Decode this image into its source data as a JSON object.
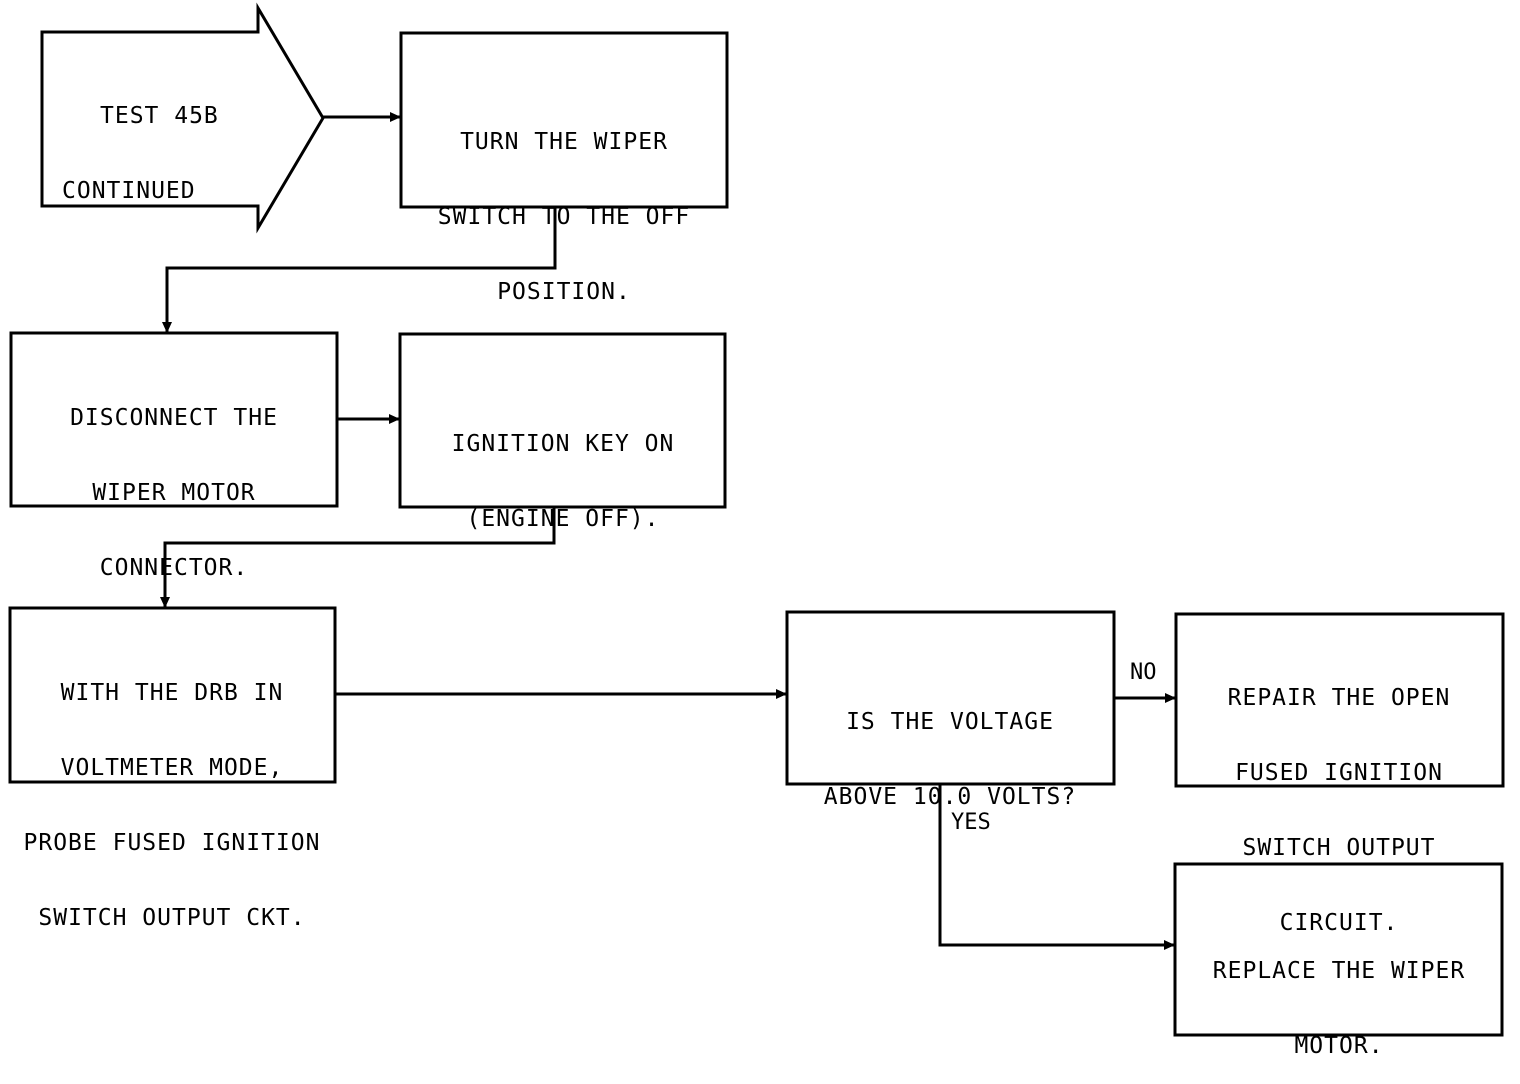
{
  "start": {
    "lines": [
      "TEST 45B",
      "CONTINUED"
    ]
  },
  "steps": {
    "turn_wiper_off": {
      "lines": [
        "TURN THE WIPER",
        "SWITCH TO THE OFF",
        "POSITION."
      ]
    },
    "disconnect_connector": {
      "lines": [
        "DISCONNECT THE",
        "WIPER MOTOR",
        "CONNECTOR."
      ]
    },
    "ignition_on": {
      "lines": [
        "IGNITION KEY ON",
        "(ENGINE OFF)."
      ]
    },
    "probe_circuit": {
      "lines": [
        "WITH THE DRB IN",
        "VOLTMETER MODE,",
        "PROBE FUSED IGNITION",
        "SWITCH OUTPUT CKT."
      ]
    },
    "voltage_question": {
      "lines": [
        "IS THE VOLTAGE",
        "ABOVE 10.0 VOLTS?"
      ]
    },
    "repair_circuit": {
      "lines": [
        "REPAIR THE OPEN",
        "FUSED IGNITION",
        "SWITCH OUTPUT",
        "CIRCUIT."
      ]
    },
    "replace_motor": {
      "lines": [
        "REPLACE THE WIPER",
        "MOTOR."
      ]
    }
  },
  "edge_labels": {
    "no": "NO",
    "yes": "YES"
  },
  "colors": {
    "line": "#000000",
    "background": "#ffffff"
  }
}
